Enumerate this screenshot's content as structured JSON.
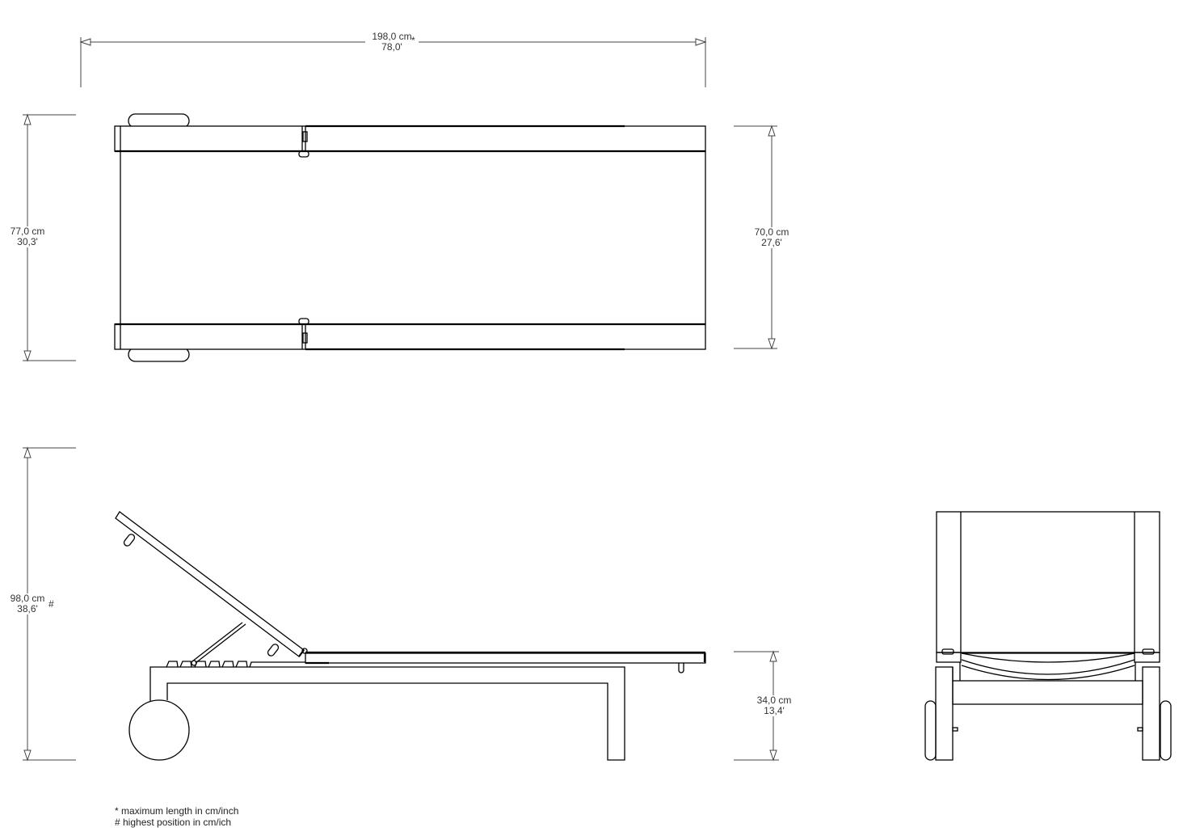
{
  "dimensions": {
    "length": {
      "cm": "198,0 cm",
      "inch": "78,0'",
      "marker": "*"
    },
    "width_overall": {
      "cm": "77,0 cm",
      "inch": "30,3'"
    },
    "width_frame": {
      "cm": "70,0 cm",
      "inch": "27,6'"
    },
    "height_max": {
      "cm": "98,0 cm",
      "inch": "38,6'",
      "marker": "#"
    },
    "seat_height": {
      "cm": "34,0 cm",
      "inch": "13,4'"
    }
  },
  "views": [
    "top-view",
    "side-view",
    "front-view"
  ],
  "notes": {
    "asterisk": "* maximum length in cm/inch",
    "hash": "# highest position in cm/ich"
  },
  "colors": {
    "line": "#000000",
    "dimension": "#444444",
    "background": "#ffffff"
  }
}
